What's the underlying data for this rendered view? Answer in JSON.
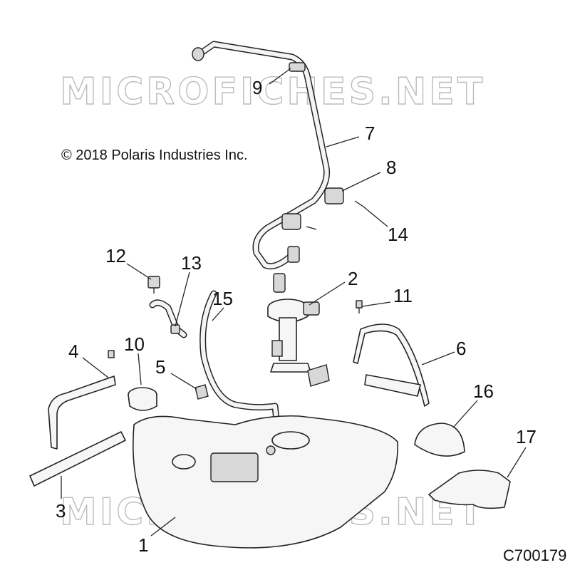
{
  "watermark_text": "MICROFICHES.NET",
  "copyright": "© 2018 Polaris Industries Inc.",
  "diagram_code": "C700179",
  "callouts": [
    "1",
    "2",
    "3",
    "4",
    "5",
    "6",
    "7",
    "8",
    "9",
    "10",
    "11",
    "12",
    "13",
    "14",
    "15",
    "16",
    "17"
  ]
}
